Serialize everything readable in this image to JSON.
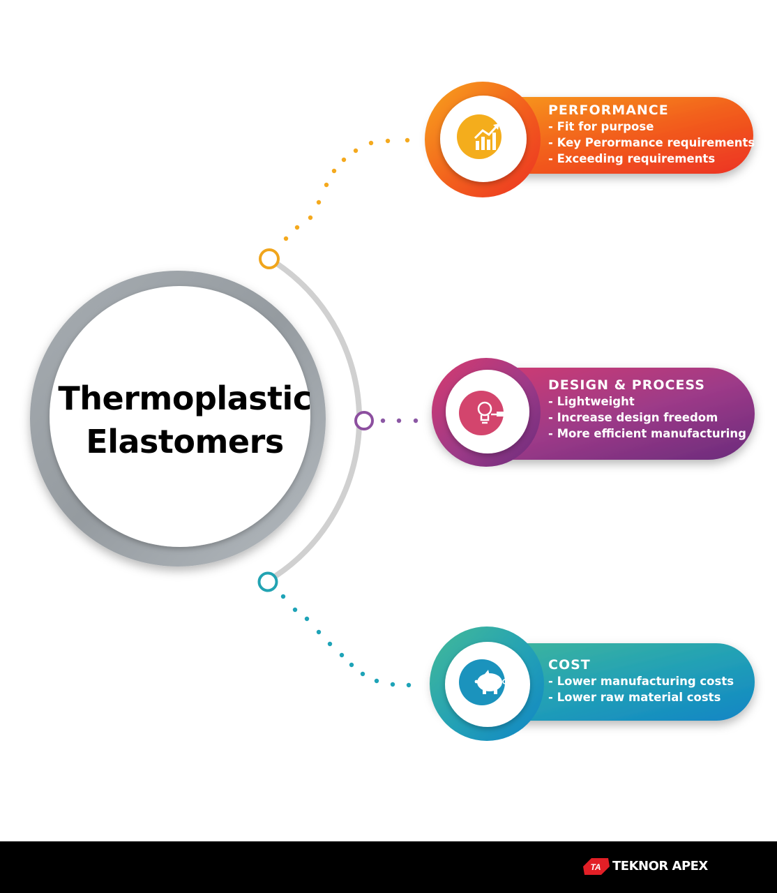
{
  "title": {
    "line1": "Thermoplastic",
    "line2": "Elastomers"
  },
  "cards": [
    {
      "title": "PERFORMANCE",
      "items": [
        "- Fit for purpose",
        "- Key Perormance requirements",
        "- Exceeding requirements"
      ],
      "icon": "growth-chart-icon",
      "colors": [
        "#f7a81b",
        "#f25a1c",
        "#ee3a24"
      ]
    },
    {
      "title": "DESIGN & PROCESS",
      "items": [
        "- Lightweight",
        "- Increase design freedom",
        "- More efficient manufacturing"
      ],
      "icon": "lightbulb-icon",
      "colors": [
        "#d63a6e",
        "#9b3b8a",
        "#6f2c7e"
      ]
    },
    {
      "title": "COST",
      "items": [
        "- Lower manufacturing costs",
        "- Lower raw material costs"
      ],
      "icon": "piggy-bank-icon",
      "colors": [
        "#3fb79b",
        "#1f9db8",
        "#1387c4"
      ]
    }
  ],
  "footer": {
    "brand": "TEKNOR APEX",
    "logo_mark": "TA"
  }
}
